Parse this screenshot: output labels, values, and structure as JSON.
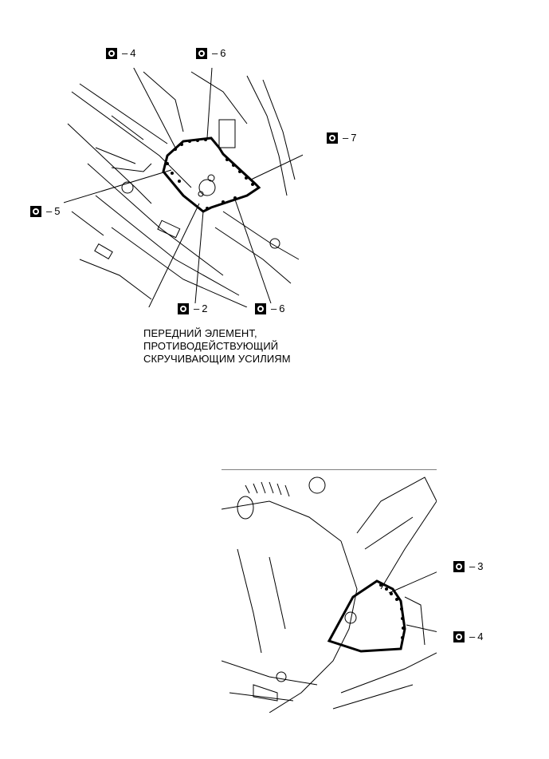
{
  "figures": {
    "top": {
      "callouts": [
        {
          "id": "c4a",
          "icon": "weld-point-icon",
          "dash": "–",
          "number": "4"
        },
        {
          "id": "c6a",
          "icon": "weld-point-icon",
          "dash": "–",
          "number": "6"
        },
        {
          "id": "c7",
          "icon": "weld-point-icon",
          "dash": "–",
          "number": "7"
        },
        {
          "id": "c5",
          "icon": "weld-point-icon",
          "dash": "–",
          "number": "5"
        },
        {
          "id": "c2",
          "icon": "weld-point-icon",
          "dash": "–",
          "number": "2"
        },
        {
          "id": "c6b",
          "icon": "weld-point-icon",
          "dash": "–",
          "number": "6"
        }
      ],
      "part_label": [
        "ПЕРЕДНИЙ ЭЛЕМЕНТ,",
        "ПРОТИВОДЕЙСТВУЮЩИЙ",
        "СКРУЧИВАЮЩИМ УСИЛИЯМ"
      ]
    },
    "bottom": {
      "callouts": [
        {
          "id": "c3",
          "icon": "weld-point-icon",
          "dash": "–",
          "number": "3"
        },
        {
          "id": "c4b",
          "icon": "weld-point-icon",
          "dash": "–",
          "number": "4"
        }
      ]
    }
  }
}
